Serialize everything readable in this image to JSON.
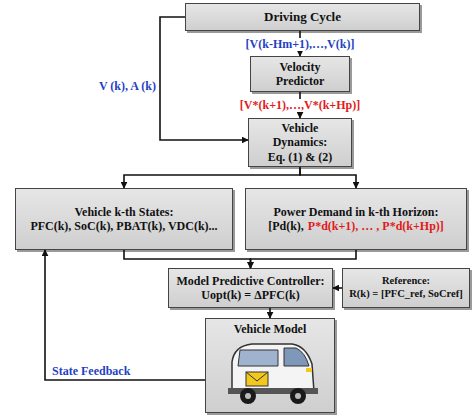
{
  "diagram": {
    "nodes": [
      {
        "text": [
          "Driving Cycle"
        ]
      },
      {
        "text": [
          "Velocity Predictor"
        ]
      },
      {
        "text": [
          "Vehicle Dynamics:",
          "Eq. (1) & (2)"
        ]
      },
      {
        "text": [
          "Vehicle k-th States:",
          "PFC(k), SoC(k), PBAT(k), VDC(k)..."
        ]
      },
      {
        "text": [
          "Power Demand in k-th Horizon:",
          "[Pd(k),",
          "P*d(k+1), … , P*d(k+Hp)]"
        ]
      },
      {
        "text": [
          "Model Predictive Controller:",
          "Uopt(k) = ΔPFC(k)"
        ]
      },
      {
        "text": [
          "Reference:",
          "R(k) = [PFC_ref, SoCref]"
        ]
      },
      {
        "text": [
          "Vehicle Model"
        ]
      }
    ],
    "edges": [
      {
        "from": 0,
        "to": 1,
        "label": "[V(k-Hm+1),…,V(k)]",
        "arrow": "to"
      },
      {
        "from": 1,
        "to": 2,
        "label": "[V*(k+1),…,V*(k+Hp)]",
        "arrow": "to"
      },
      {
        "from": 0,
        "to": 2,
        "label": "V (k), A (k)",
        "arrow": "to"
      },
      {
        "from": 2,
        "to": 3,
        "arrow": "to"
      },
      {
        "from": 2,
        "to": 4,
        "arrow": "to"
      },
      {
        "from": 3,
        "to": 5,
        "arrow": "to"
      },
      {
        "from": 4,
        "to": 5,
        "arrow": "to"
      },
      {
        "from": 6,
        "to": 5,
        "arrow": "to"
      },
      {
        "from": 5,
        "to": 7,
        "arrow": "to"
      },
      {
        "from": 7,
        "to": 3,
        "label": "State Feedback",
        "arrow": "to"
      }
    ]
  }
}
